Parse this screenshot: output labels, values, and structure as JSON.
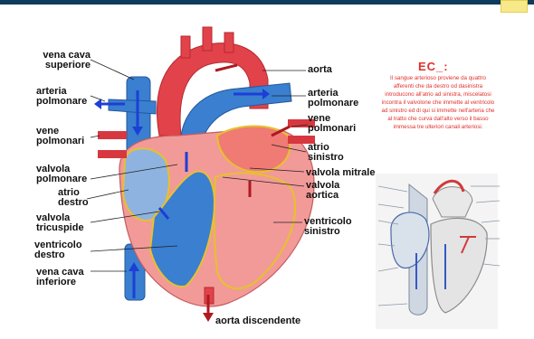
{
  "labels": {
    "vena_cava_superiore": [
      "vena cava",
      "superiore"
    ],
    "arteria_polmonare_left": [
      "arteria",
      "polmonare"
    ],
    "vene_polmonari_left": [
      "vene",
      "polmonari"
    ],
    "valvola_polmonare": [
      "valvola",
      "polmonare"
    ],
    "atrio_destro": [
      "atrio",
      "destro"
    ],
    "valvola_tricuspide": [
      "valvola",
      "tricuspide"
    ],
    "ventricolo_destro": [
      "ventricolo",
      "destro"
    ],
    "vena_cava_inferiore": [
      "vena cava",
      "inferiore"
    ],
    "aorta": "aorta",
    "arteria_polmonare_right": [
      "arteria",
      "polmonare"
    ],
    "vene_polmonari_right": [
      "vene",
      "polmonari"
    ],
    "atrio_sinistro": [
      "atrio",
      "sinistro"
    ],
    "valvola_mitrale": "valvola mitrale",
    "valvola_aortica": [
      "valvola",
      "aortica"
    ],
    "ventricolo_sinistro": [
      "ventricolo",
      "sinistro"
    ],
    "aorta_discendente": "aorta discendente"
  },
  "note": {
    "title": "EC_:",
    "text": "Il sangue arterioso proviene da quattro afferenti che da destro od dasinistra introducono all'atrio ad sinistra, miscelatosi incontra il valvolone che immette al ventricolo ad sinistro ed di qui si immette nell'arteria che al tratto che curva dall'alto verso il basso immessa tre ulteriori canali arteriosi."
  },
  "colors": {
    "header_bar": "#0e3c5a",
    "corner_badge": "#f7e98a",
    "arterial_red": "#e2424a",
    "venous_blue": "#3a7fd0",
    "valve_yellow": "#e6c12e",
    "note_text": "#e0302a"
  }
}
